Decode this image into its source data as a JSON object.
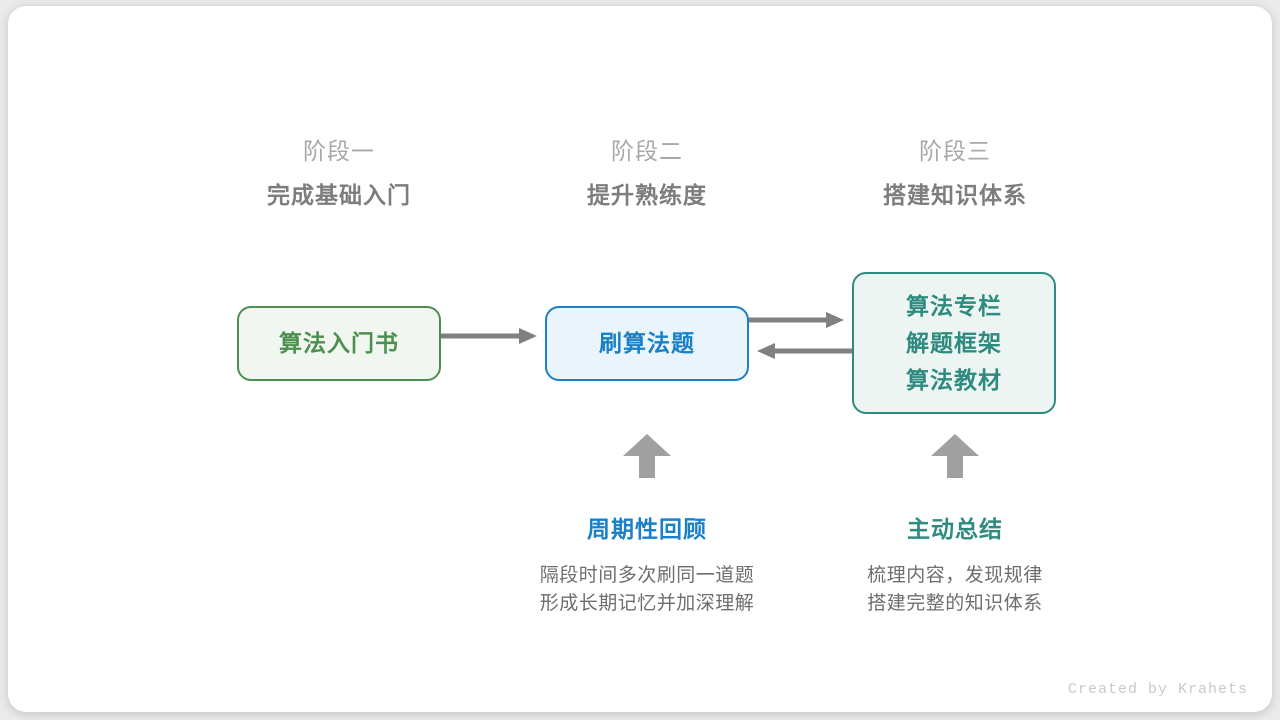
{
  "diagram": {
    "stages": [
      {
        "index_label": "阶段一",
        "title": "完成基础入门"
      },
      {
        "index_label": "阶段二",
        "title": "提升熟练度"
      },
      {
        "index_label": "阶段三",
        "title": "搭建知识体系"
      }
    ],
    "nodes": [
      {
        "id": "book",
        "lines": [
          "算法入门书"
        ],
        "border_color": "#4d8f50",
        "fill_color": "#f1f7f0",
        "text_color": "#4d8f50"
      },
      {
        "id": "practice",
        "lines": [
          "刷算法题"
        ],
        "border_color": "#1a80c8",
        "fill_color": "#eaf4fc",
        "text_color": "#1a80c8"
      },
      {
        "id": "resources",
        "lines": [
          "算法专栏",
          "解题框架",
          "算法教材"
        ],
        "border_color": "#2f8b80",
        "fill_color": "#edf5f3",
        "text_color": "#2f8b80"
      }
    ],
    "connectors": [
      {
        "id": "book-to-practice",
        "direction": "right",
        "color": "#808080"
      },
      {
        "id": "practice-to-resources",
        "direction": "right",
        "color": "#808080"
      },
      {
        "id": "resources-to-practice",
        "direction": "left",
        "color": "#808080"
      },
      {
        "id": "review-up",
        "direction": "up",
        "color": "#a0a0a0"
      },
      {
        "id": "summary-up",
        "direction": "up",
        "color": "#a0a0a0"
      }
    ],
    "annotations": [
      {
        "id": "review",
        "heading": "周期性回顾",
        "heading_color": "#1a80c8",
        "desc_lines": [
          "隔段时间多次刷同一道题",
          "形成长期记忆并加深理解"
        ]
      },
      {
        "id": "summary",
        "heading": "主动总结",
        "heading_color": "#2f8b80",
        "desc_lines": [
          "梳理内容，发现规律",
          "搭建完整的知识体系"
        ]
      }
    ],
    "credit": "Created by Krahets"
  }
}
